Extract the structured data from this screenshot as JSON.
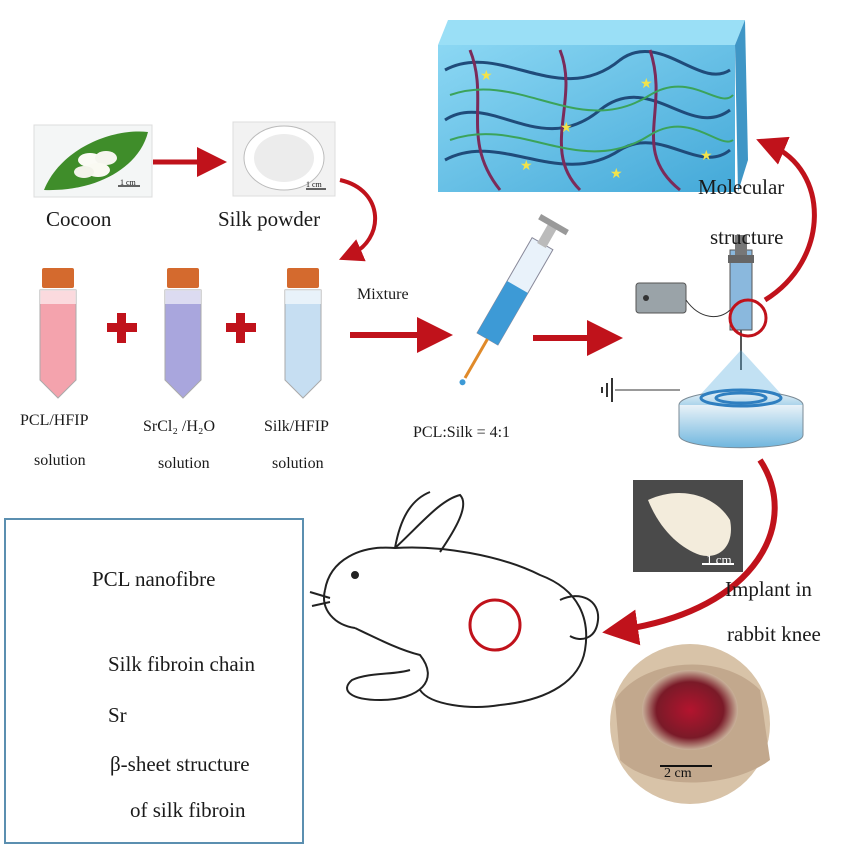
{
  "steps": {
    "cocoon": "Cocoon",
    "silk_powder": "Silk powder",
    "scale_small": "1 cm",
    "mixture": "Mixture",
    "ratio": "PCL:Silk = 4:1",
    "molecular_1": "Molecular",
    "molecular_2": "structure",
    "implant_1": "Implant in",
    "implant_2": "rabbit knee",
    "scale_1cm": "1 cm",
    "scale_2cm": "2 cm"
  },
  "solutions": [
    {
      "line1": "PCL/HFIP",
      "line2": "solution",
      "color": "#f4a3ad"
    },
    {
      "line1": "SrCl₂ /H₂O",
      "line2": "solution",
      "color": "#a9a6dd"
    },
    {
      "line1": "Silk/HFIP",
      "line2": "solution",
      "color": "#c6def2"
    }
  ],
  "legend": [
    {
      "icon": "pcl-nanofibre-icon",
      "label": "PCL nanofibre"
    },
    {
      "icon": "silk-fibroin-chain-icon",
      "label": "Silk fibroin chain"
    },
    {
      "icon": "sr-star-icon",
      "label": "Sr"
    },
    {
      "icon": "beta-sheet-icon",
      "label_1": "β-sheet structure",
      "label_2": "of silk fibroin"
    }
  ],
  "colors": {
    "arrow": "#c0121b",
    "legend_border": "#5b8fb0",
    "scaffold": "#4fb3df"
  }
}
